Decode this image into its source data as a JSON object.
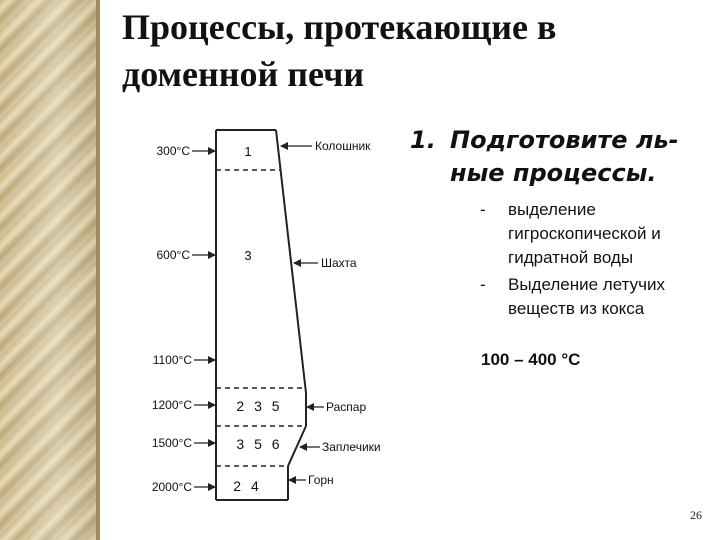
{
  "slide": {
    "title": "Процессы, протекающие в доменной печи",
    "number": "26"
  },
  "diagram": {
    "temperatures": [
      "300°C",
      "600°C",
      "1100°C",
      "1200°C",
      "1500°C",
      "2000°C"
    ],
    "zone_labels": [
      "1",
      "3",
      "2 3 5",
      "3 5 6",
      "2 4"
    ],
    "parts": [
      "Колошник",
      "Шахта",
      "Распар",
      "Заплечики",
      "Горн"
    ]
  },
  "content": {
    "point_number": "1.",
    "point_text": "Подготовите ль-ные процессы.",
    "bullets": [
      {
        "dash": "-",
        "text": "выделение гигроскопической и гидратной воды"
      },
      {
        "dash": "-",
        "text": "Выделение летучих веществ из кокса"
      }
    ],
    "temperature_range": "100 – 400 °С"
  },
  "colors": {
    "edge_band": "#c9b68a",
    "text": "#111111",
    "diagram_line": "#222222"
  }
}
